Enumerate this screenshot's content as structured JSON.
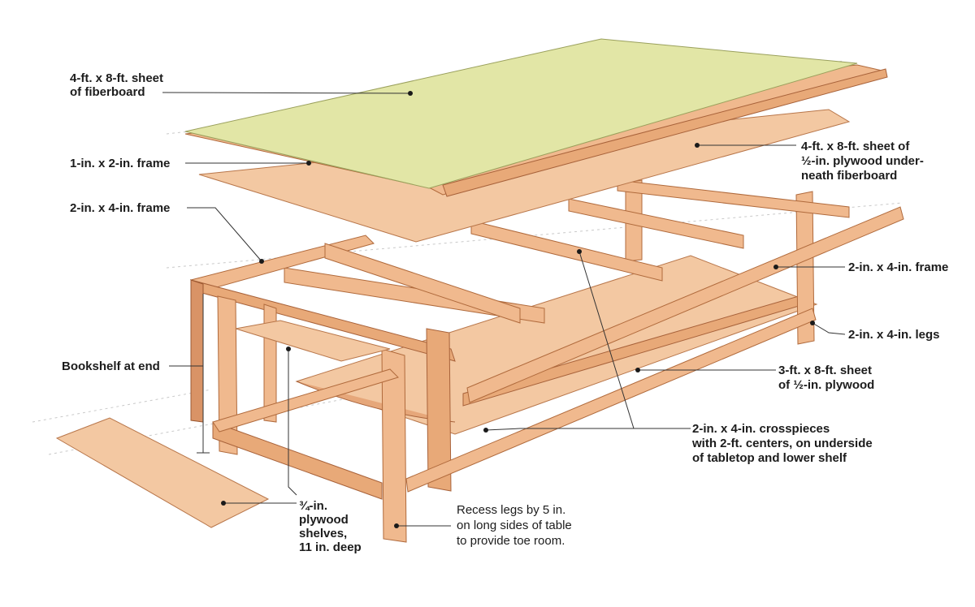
{
  "labels": {
    "fiberboard": [
      "4-ft. x 8-ft. sheet",
      "of fiberboard"
    ],
    "frame_1x2": [
      "1-in. x 2-in. frame"
    ],
    "plywood_top": [
      "4-ft. x 8-ft. sheet of",
      "½-in. plywood under-",
      "neath fiberboard"
    ],
    "frame_2x4_left": [
      "2-in. x 4-in. frame"
    ],
    "frame_2x4_right": [
      "2-in. x 4-in. frame"
    ],
    "legs": [
      "2-in. x 4-in. legs"
    ],
    "bookshelf": [
      "Bookshelf at end"
    ],
    "lower_shelf": [
      "3-ft. x 8-ft. sheet",
      "of ½-in. plywood"
    ],
    "crosspieces": [
      "2-in. x 4-in. crosspieces",
      "with 2-ft. centers, on underside",
      "of tabletop and lower shelf"
    ],
    "shelves": [
      "¾-in.",
      "plywood",
      "shelves,",
      "11 in. deep"
    ],
    "recess_note": [
      "Recess legs by 5 in.",
      "on long sides of table",
      "to provide toe room."
    ]
  },
  "colors": {
    "fiberboard": "#e2e6a6",
    "wood": "#f0b98e",
    "text": "#1c1c1c"
  }
}
